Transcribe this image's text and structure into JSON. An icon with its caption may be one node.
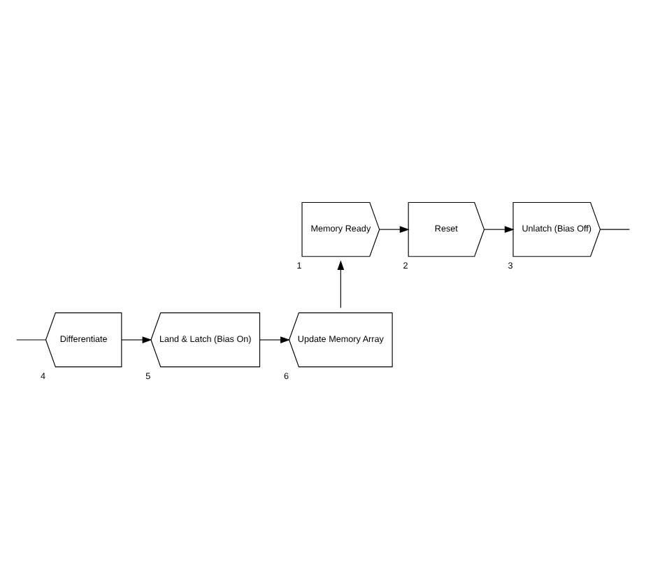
{
  "diagram": {
    "nodes": [
      {
        "text": [
          "Memory Ready"
        ],
        "beside": [
          "1"
        ]
      },
      {
        "text": [
          "Reset"
        ],
        "beside": [
          "2"
        ]
      },
      {
        "text": [
          "Unlatch (Bias Off)"
        ],
        "beside": [
          "3"
        ]
      },
      {
        "text": [
          "Update Memory Array"
        ],
        "beside": [
          "6"
        ]
      },
      {
        "text": [
          "Land & Latch (Bias On)"
        ],
        "beside": [
          "5"
        ]
      },
      {
        "text": [
          "Differentiate"
        ],
        "beside": [
          "4"
        ]
      }
    ],
    "edges": [
      {
        "from": 0,
        "to": 1,
        "arrow": "to"
      },
      {
        "from": 1,
        "to": 2,
        "arrow": "to"
      },
      {
        "from": 2,
        "to": null,
        "arrow": "none"
      },
      {
        "from": null,
        "to": 5,
        "arrow": "none"
      },
      {
        "from": 5,
        "to": 4,
        "arrow": "to"
      },
      {
        "from": 4,
        "to": 3,
        "arrow": "to"
      },
      {
        "from": 3,
        "to": 0,
        "arrow": "to"
      }
    ]
  }
}
